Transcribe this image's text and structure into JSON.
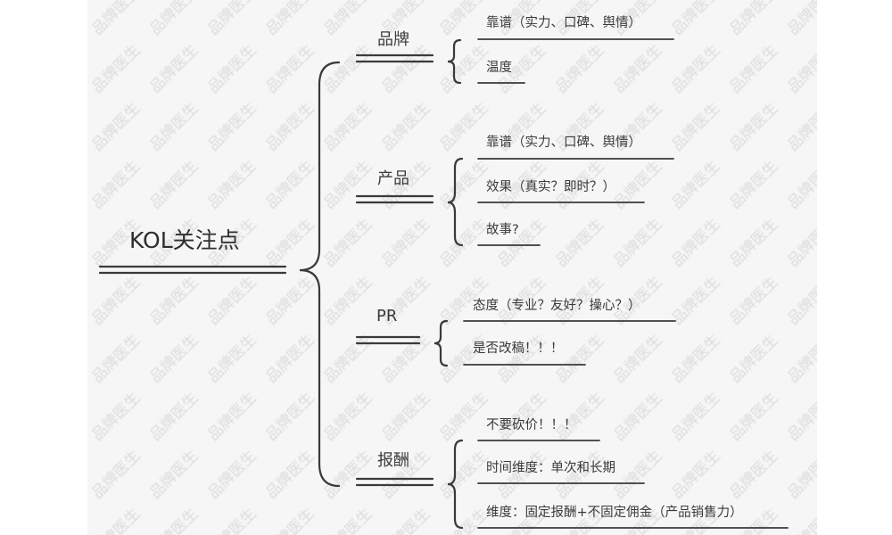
{
  "watermark": "品牌医生",
  "colors": {
    "line": "#3a3a3a",
    "background": "#f6f6f6",
    "watermark": "#dcdcdc"
  },
  "root": {
    "label": "KOL关注点"
  },
  "branches": [
    {
      "label": "品牌",
      "leaves": [
        "靠谱（实力、口碑、舆情）",
        "温度"
      ]
    },
    {
      "label": "产品",
      "leaves": [
        "靠谱（实力、口碑、舆情）",
        "效果（真实？即时？）",
        "故事?"
      ]
    },
    {
      "label": "PR",
      "leaves": [
        "态度（专业？友好？操心？）",
        "是否改稿！！！"
      ]
    },
    {
      "label": "报酬",
      "leaves": [
        "不要砍价！！！",
        "时间维度：单次和长期",
        "维度：固定报酬+不固定佣金（产品销售力）"
      ]
    }
  ]
}
